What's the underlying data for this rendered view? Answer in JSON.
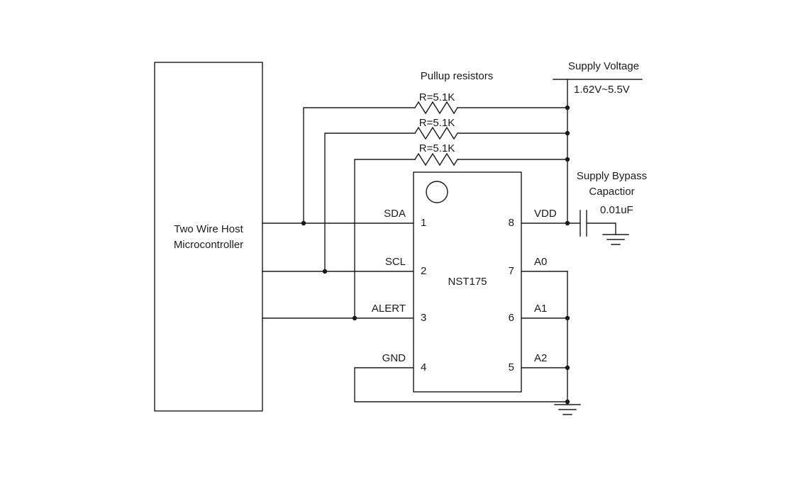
{
  "diagram": {
    "host": {
      "line1": "Two Wire Host",
      "line2": "Microcontroller"
    },
    "ic": {
      "name": "NST175",
      "left_pins": [
        {
          "num": "1",
          "label": "SDA"
        },
        {
          "num": "2",
          "label": "SCL"
        },
        {
          "num": "3",
          "label": "ALERT"
        },
        {
          "num": "4",
          "label": "GND"
        }
      ],
      "right_pins": [
        {
          "num": "8",
          "label": "VDD"
        },
        {
          "num": "7",
          "label": "A0"
        },
        {
          "num": "6",
          "label": "A1"
        },
        {
          "num": "5",
          "label": "A2"
        }
      ]
    },
    "pullups": {
      "heading": "Pullup resistors",
      "labels": [
        "R=5.1K",
        "R=5.1K",
        "R=5.1K"
      ]
    },
    "supply": {
      "title": "Supply Voltage",
      "range": "1.62V~5.5V"
    },
    "bypass": {
      "line1": "Supply Bypass",
      "line2": "Capactior",
      "value": "0.01uF"
    },
    "colors": {
      "line": "#1a1a1a",
      "background": "#ffffff"
    }
  }
}
